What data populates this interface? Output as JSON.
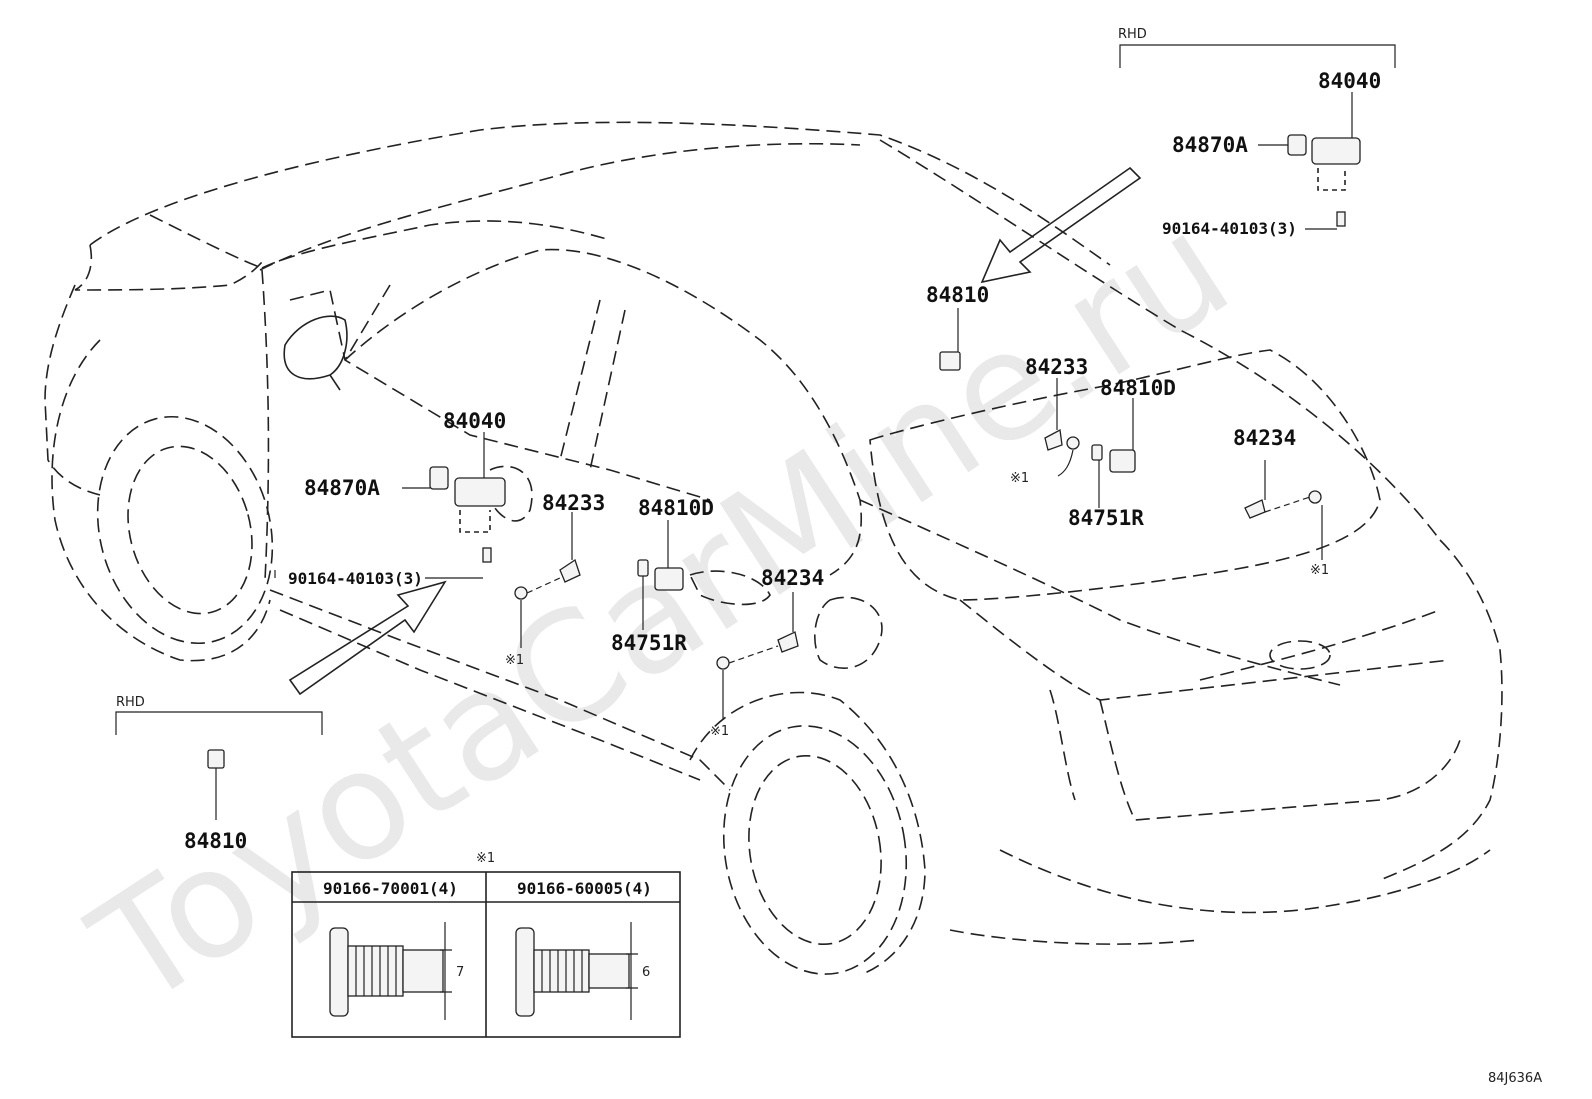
{
  "watermark": "ToyotaCarMine.ru",
  "diagram_code": "84J636A",
  "rhd_label": "RHD",
  "parts": {
    "p84040": "84040",
    "p84870a": "84870A",
    "p9016440103": "90164-40103(3)",
    "p84810": "84810",
    "p84233": "84233",
    "p84234": "84234",
    "p84810d": "84810D",
    "p84751r": "84751R"
  },
  "ref_mark": "※1",
  "table": {
    "header": "※1",
    "col1": "90166-70001(4)",
    "col2": "90166-60005(4)",
    "dim1": "7",
    "dim2": "6"
  }
}
